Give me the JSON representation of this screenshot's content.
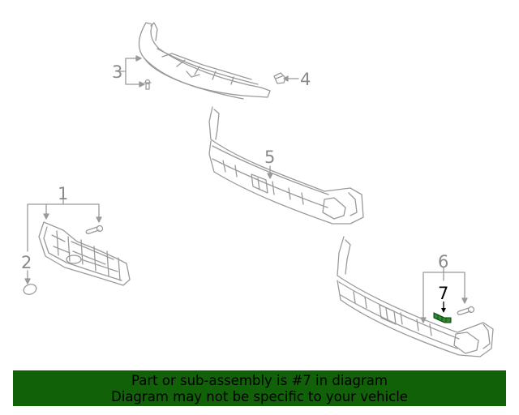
{
  "diagram": {
    "callouts": [
      {
        "id": "1",
        "label": "1"
      },
      {
        "id": "2",
        "label": "2"
      },
      {
        "id": "3",
        "label": "3"
      },
      {
        "id": "4",
        "label": "4"
      },
      {
        "id": "5",
        "label": "5"
      },
      {
        "id": "6",
        "label": "6"
      },
      {
        "id": "7",
        "label": "7",
        "highlighted": true
      }
    ],
    "line_color": "#9a9a9a",
    "highlight_color": "#2e8b2e"
  },
  "banner": {
    "line1": "Part or sub-assembly is #7 in diagram",
    "line2": "Diagram may not be specific to your vehicle",
    "background": "#116108"
  }
}
